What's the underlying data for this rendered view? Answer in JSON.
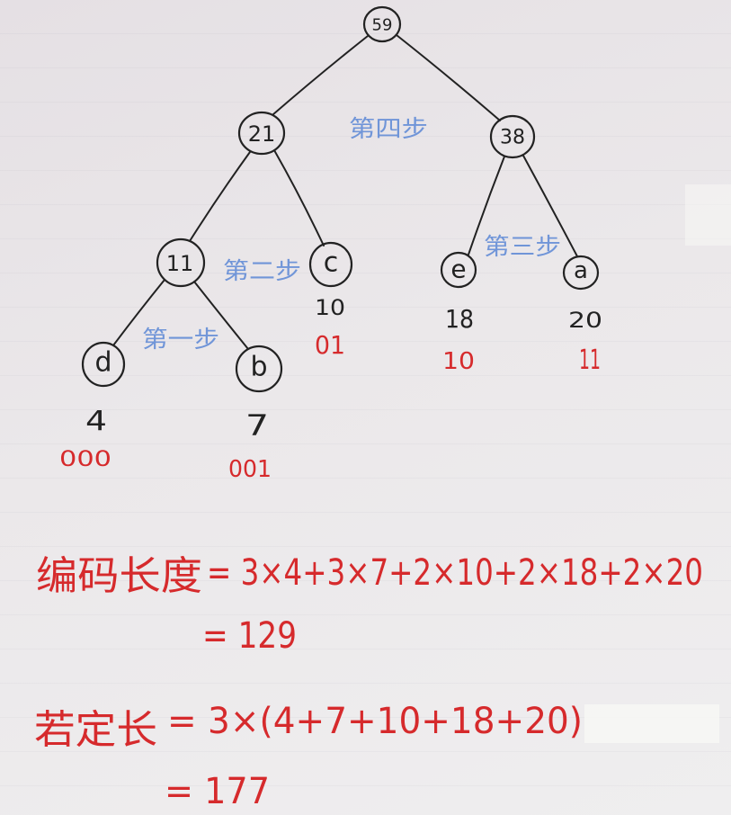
{
  "tree": {
    "nodes": {
      "n59": {
        "label": "59"
      },
      "n21": {
        "label": "21"
      },
      "n38": {
        "label": "38"
      },
      "n11": {
        "label": "11"
      },
      "c": {
        "label": "c",
        "weight": "10",
        "code": "01"
      },
      "e": {
        "label": "e",
        "weight": "18",
        "code": "10"
      },
      "a": {
        "label": "a",
        "weight": "20",
        "code": "11"
      },
      "d": {
        "label": "d",
        "weight": "4",
        "code": "000"
      },
      "b": {
        "label": "b",
        "weight": "7",
        "code": "001"
      }
    },
    "steps": {
      "step1": "第一步",
      "step2": "第二步",
      "step3": "第三步",
      "step4": "第四步"
    }
  },
  "calculations": {
    "encoded_length": {
      "label": "编码长度",
      "expression": "= 3×4+3×7+2×10+2×18+2×20",
      "result": "= 129"
    },
    "fixed_length": {
      "label": "若定长",
      "expression": "= 3×(4+7+10+18+20)",
      "result": "= 177"
    }
  },
  "colors": {
    "ink": "#222222",
    "red_ink": "#d62a2c",
    "step_blue": "#7095d8",
    "paper": "#e9e6e9"
  }
}
